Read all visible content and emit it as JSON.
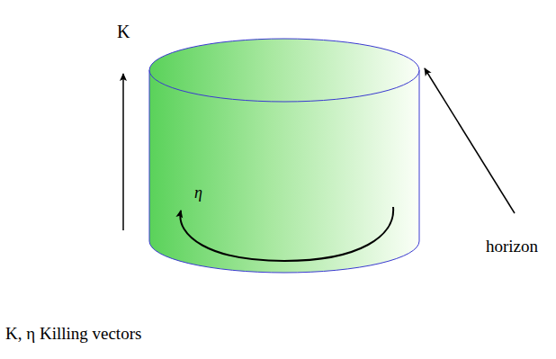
{
  "diagram": {
    "labels": [
      "K",
      "η",
      "horizon"
    ],
    "caption": "K, η Killing vectors"
  }
}
